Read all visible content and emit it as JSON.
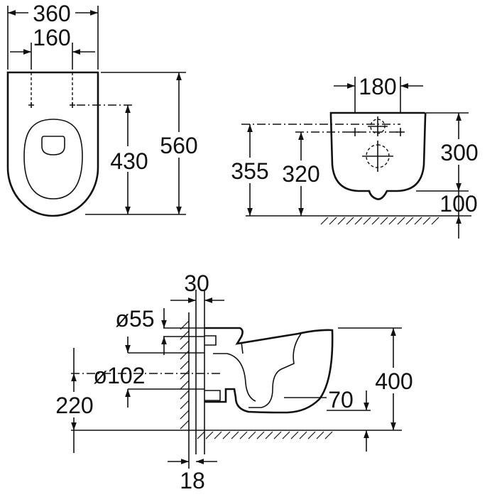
{
  "dimensions": {
    "top_view": {
      "overall_width": "360",
      "fixing_spacing": "160",
      "fixing_to_front": "430",
      "overall_length": "560"
    },
    "front_view": {
      "fixing_spacing": "180",
      "height": "300",
      "gap_to_floor": "100",
      "fixing_height_355": "355",
      "fixing_height_320": "320"
    },
    "side_view": {
      "frame_depth": "30",
      "inlet_diameter": "ø55",
      "outlet_diameter": "ø102",
      "outlet_height": "220",
      "bowl_height": "400",
      "rim_offset": "70",
      "wall_gap": "18"
    }
  }
}
